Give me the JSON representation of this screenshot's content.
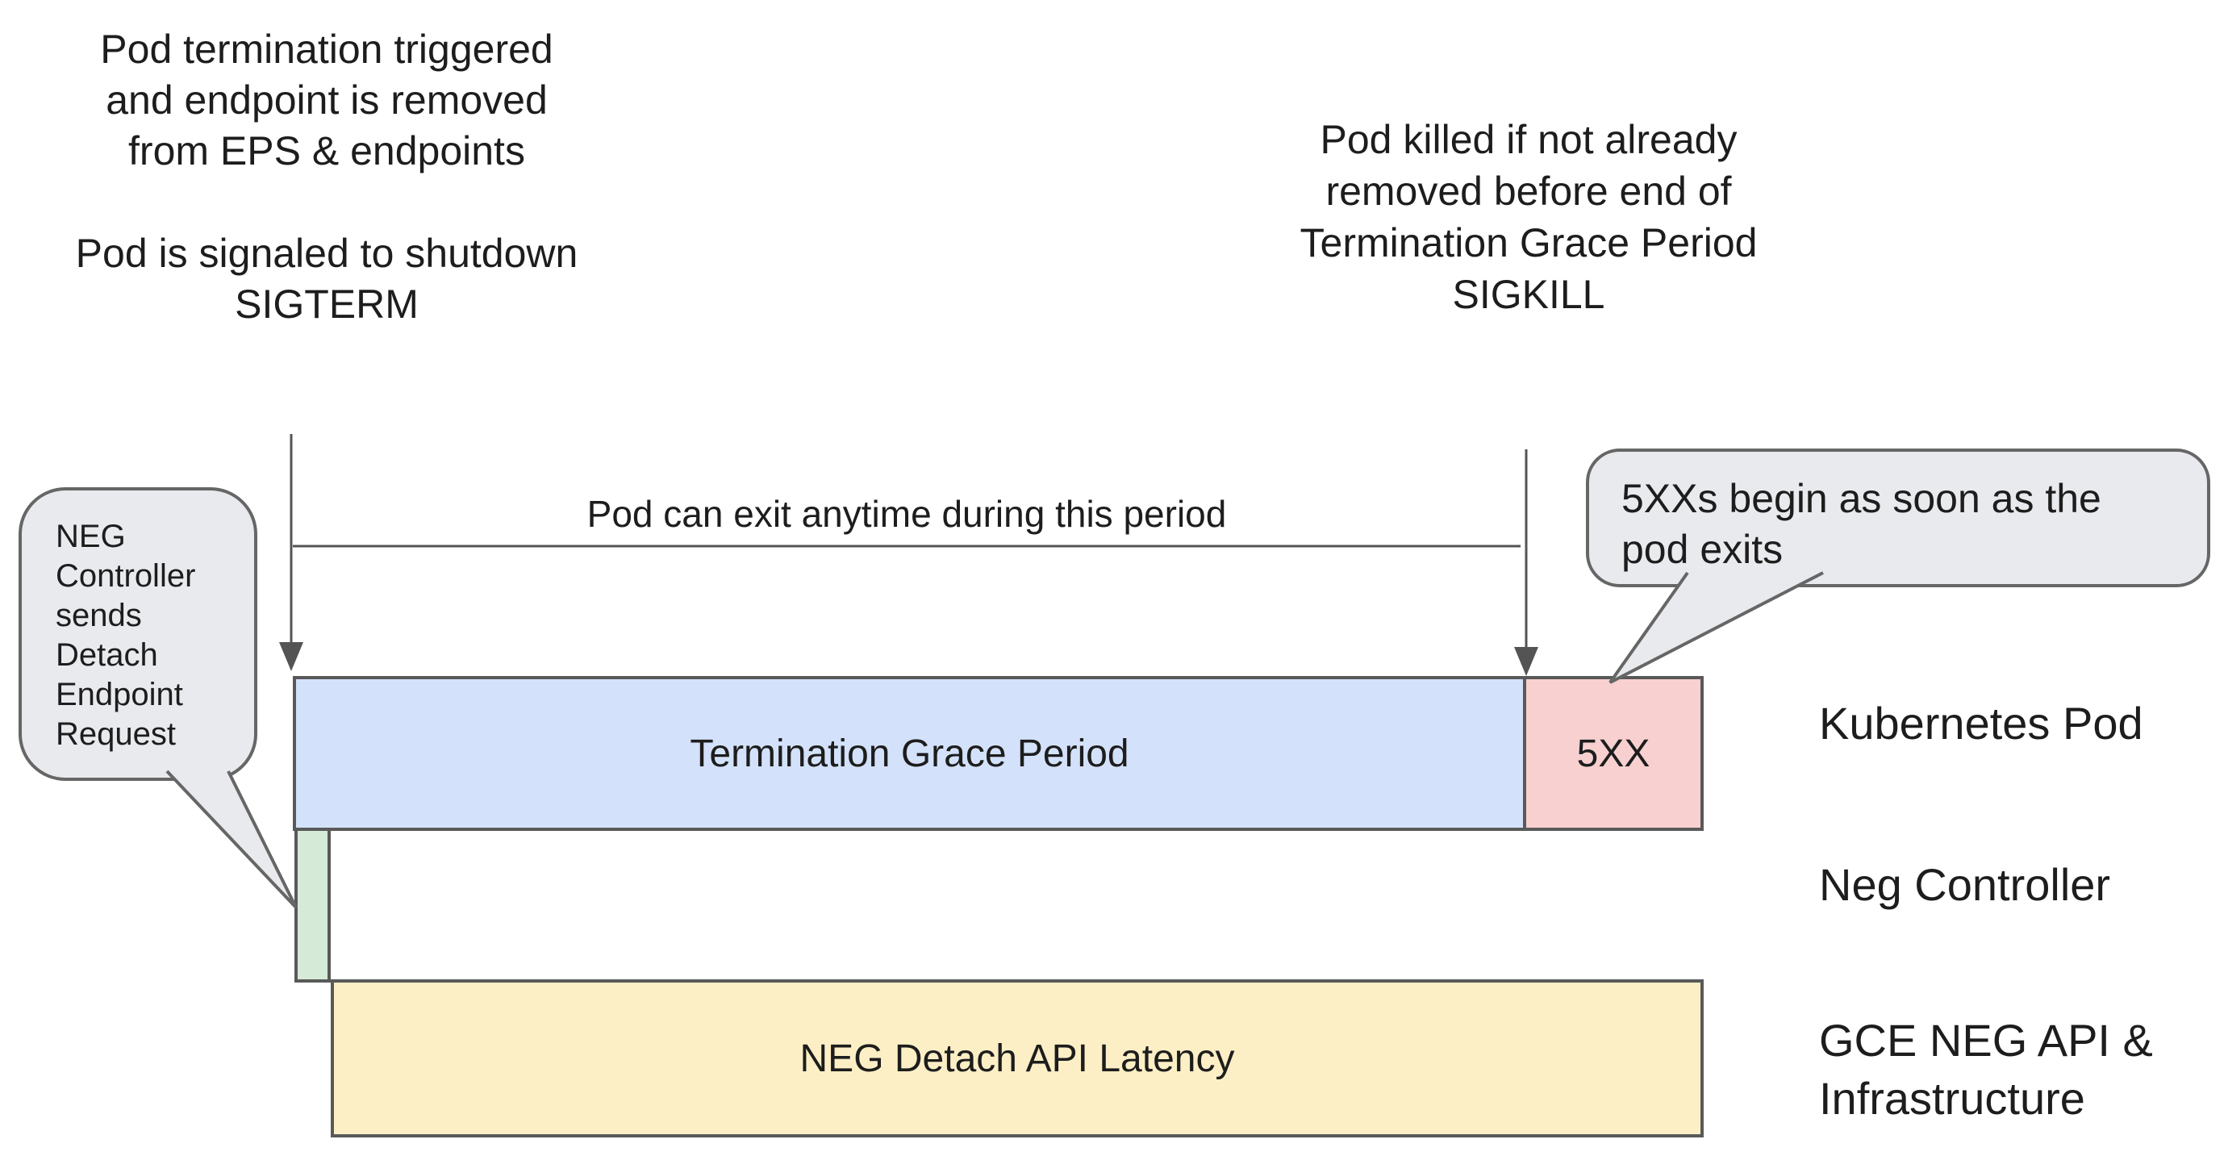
{
  "annotations": {
    "pod_termination": "Pod termination triggered\nand endpoint is removed\nfrom EPS & endpoints",
    "pod_signaled": "Pod is signaled to shutdown\nSIGTERM",
    "pod_killed": "Pod killed if not already\nremoved before end of\nTermination Grace Period\nSIGKILL",
    "period_label": "Pod can exit anytime during this period"
  },
  "callouts": {
    "neg_detach": "NEG Controller sends Detach Endpoint Request",
    "five_xx": "5XXs begin as soon as the\npod exits"
  },
  "bars": {
    "grace_period": {
      "label": "Termination Grace Period",
      "color": "#d3e2fa"
    },
    "five_xx": {
      "label": "5XX",
      "color": "#f8d0d0"
    },
    "neg_detach_request": {
      "label": "",
      "color": "#d6ead8"
    },
    "api_latency": {
      "label": "NEG Detach API Latency",
      "color": "#fcefc5"
    }
  },
  "lanes": [
    {
      "label": "Kubernetes Pod"
    },
    {
      "label": "Neg Controller"
    },
    {
      "label": "GCE NEG API & Infrastructure"
    }
  ],
  "colors": {
    "background": "#ffffff",
    "text": "#1d1d1d",
    "bar_border": "#595959",
    "callout_fill": "#e9eaee",
    "callout_border": "#666666",
    "connector": "#545454"
  }
}
